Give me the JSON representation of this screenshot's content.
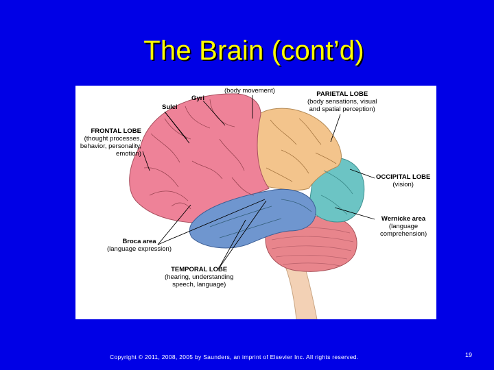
{
  "slide": {
    "title": "The Brain (cont’d)",
    "footer": "Copyright © 2011, 2008, 2005 by Saunders, an imprint of Elsevier Inc. All rights reserved.",
    "page_number": "19"
  },
  "diagram": {
    "labels": {
      "body_movement": "(body movement)",
      "gyri": "Gyri",
      "sulci": "Sulci",
      "parietal_title": "PARIETAL LOBE",
      "parietal_l1": "(body sensations, visual",
      "parietal_l2": "and spatial perception)",
      "frontal_title": "FRONTAL LOBE",
      "frontal_l1": "(thought processes,",
      "frontal_l2": "behavior, personality,",
      "frontal_l3": "emotion)",
      "occipital_title": "OCCIPITAL LOBE",
      "occipital_l1": "(vision)",
      "wernicke_title": "Wernicke area",
      "wernicke_l1": "(language",
      "wernicke_l2": "comprehension)",
      "broca_title": "Broca area",
      "broca_l1": "(language expression)",
      "temporal_title": "TEMPORAL LOBE",
      "temporal_l1": "(hearing, understanding",
      "temporal_l2": "speech, language)"
    },
    "colors": {
      "background": "#0000e6",
      "title": "#ffff00",
      "frontal": "#ee8298",
      "parietal": "#f3c48c",
      "occipital": "#6cc4c4",
      "temporal": "#6f96cf",
      "cerebellum": "#e8858c",
      "brainstem": "#f3d1b5"
    }
  }
}
